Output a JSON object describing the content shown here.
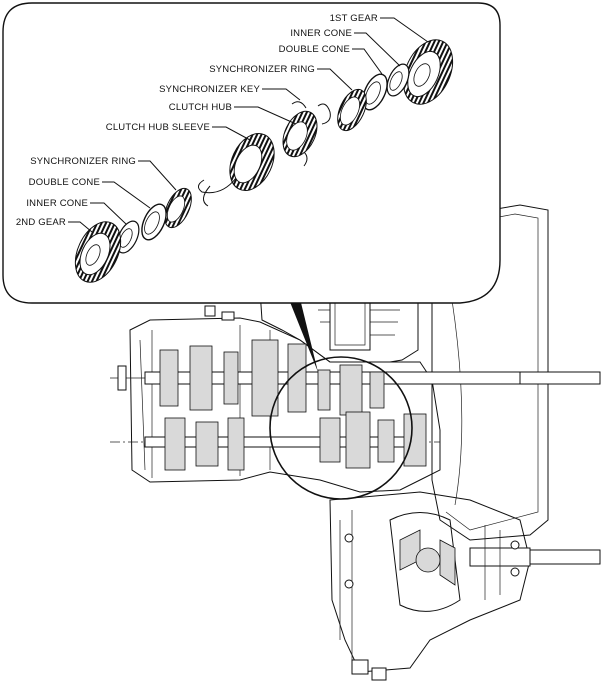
{
  "diagram": {
    "labels": {
      "first_gear": "1ST GEAR",
      "inner_cone_top": "INNER CONE",
      "double_cone_top": "DOUBLE CONE",
      "synchronizer_ring_top": "SYNCHRONIZER RING",
      "synchronizer_key": "SYNCHRONIZER KEY",
      "clutch_hub": "CLUTCH HUB",
      "clutch_hub_sleeve": "CLUTCH HUB SLEEVE",
      "synchronizer_ring_bottom": "SYNCHRONIZER RING",
      "double_cone_bottom": "DOUBLE CONE",
      "inner_cone_bottom": "INNER CONE",
      "second_gear": "2ND GEAR"
    }
  }
}
